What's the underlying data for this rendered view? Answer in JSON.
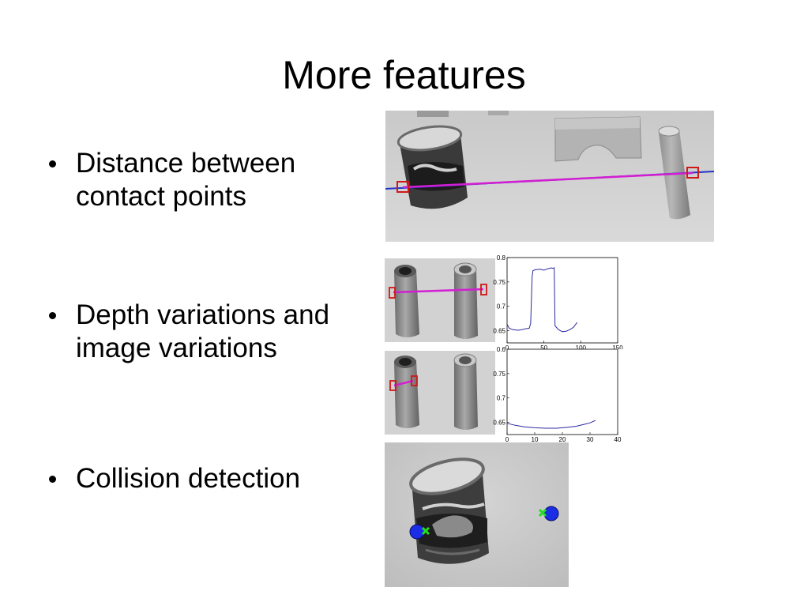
{
  "slide": {
    "title": "More features",
    "bullets": [
      {
        "line1": "Distance between",
        "line2": "contact points"
      },
      {
        "line1": "Depth variations and",
        "line2": "image variations"
      },
      {
        "line1": "Collision detection",
        "line2": ""
      }
    ]
  },
  "colors": {
    "contact_line": "#d21ed2",
    "baseline": "#2233cc",
    "contact_box": "#d01818",
    "plot_line": "#2a2aa0",
    "collision_dot": "#1b2ee6",
    "collision_mark": "#22dd22"
  },
  "chart_data": [
    {
      "type": "line",
      "title": "",
      "xlabel": "",
      "ylabel": "",
      "xlim": [
        0,
        150
      ],
      "ylim": [
        0.625,
        0.8
      ],
      "xticks": [
        "0",
        "50",
        "100",
        "150"
      ],
      "yticks": [
        "0.8",
        "0.75",
        "0.7",
        "0.65"
      ],
      "series": [
        {
          "x": [
            0,
            3,
            8,
            15,
            20,
            25,
            30,
            32,
            34,
            35,
            38,
            45,
            50,
            55,
            58,
            60,
            62,
            64,
            65,
            70,
            75,
            80,
            85,
            90,
            95
          ],
          "y": [
            0.663,
            0.655,
            0.652,
            0.651,
            0.652,
            0.654,
            0.655,
            0.665,
            0.76,
            0.773,
            0.775,
            0.776,
            0.774,
            0.777,
            0.778,
            0.779,
            0.778,
            0.779,
            0.66,
            0.652,
            0.648,
            0.649,
            0.652,
            0.657,
            0.667
          ]
        }
      ]
    },
    {
      "type": "line",
      "title": "",
      "xlabel": "",
      "ylabel": "",
      "xlim": [
        0,
        40
      ],
      "ylim": [
        0.625,
        0.8
      ],
      "xticks": [
        "0",
        "10",
        "20",
        "30",
        "40"
      ],
      "yticks": [
        "0.6",
        "0.75",
        "0.7",
        "0.65"
      ],
      "series": [
        {
          "x": [
            0,
            3,
            6,
            10,
            14,
            18,
            22,
            25,
            28,
            30,
            32
          ],
          "y": [
            0.648,
            0.644,
            0.641,
            0.639,
            0.638,
            0.638,
            0.64,
            0.642,
            0.646,
            0.649,
            0.654
          ]
        }
      ]
    }
  ]
}
